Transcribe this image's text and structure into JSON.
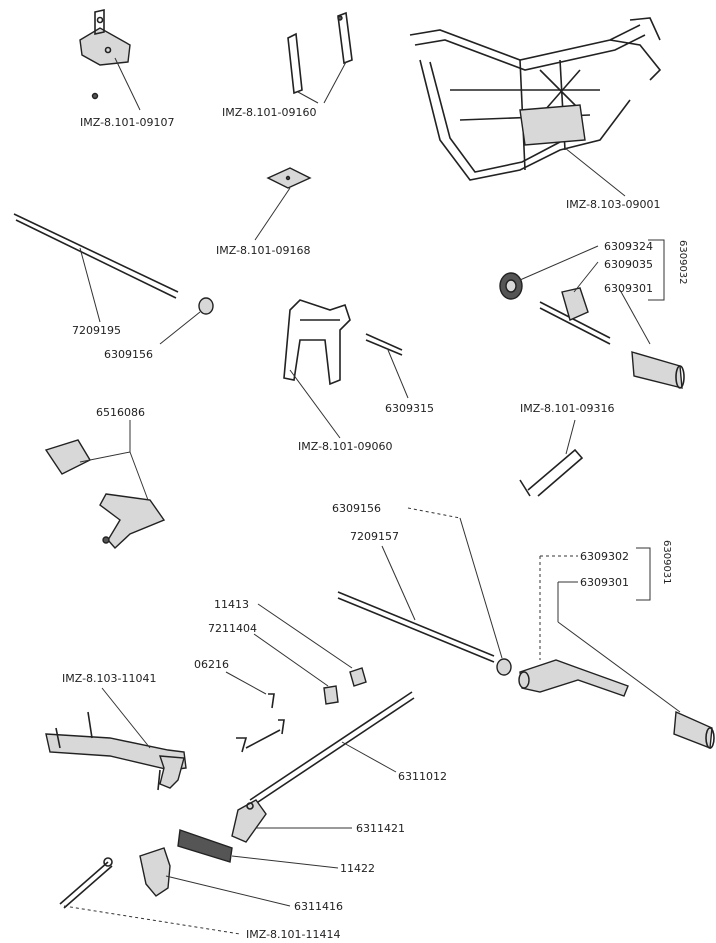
{
  "labels": {
    "bracket_09107": "IMZ-8.101-09107",
    "studs_09160": "IMZ-8.101-09160",
    "frame_09001": "IMZ-8.103-09001",
    "plate_09168": "IMZ-8.101-09168",
    "axle_7209195": "7209195",
    "washer_6309156_top": "6309156",
    "stand_09060": "IMZ-8.101-09060",
    "pin_6309315": "6309315",
    "part_6309324": "6309324",
    "part_6309035": "6309035",
    "part_6309301_top": "6309301",
    "group_6309032": "6309032",
    "clip_09316": "IMZ-8.101-09316",
    "hinge_6516086": "6516086",
    "washer_6309156_mid": "6309156",
    "axle_7209157": "7209157",
    "part_6309302": "6309302",
    "part_6309301_mid": "6309301",
    "group_6309031": "6309031",
    "nut_11413": "11413",
    "bolt_7211404": "7211404",
    "pin_06216": "06216",
    "lever_11041": "IMZ-8.103-11041",
    "cable_6311012": "6311012",
    "pedal_6311421": "6311421",
    "grip_11422": "11422",
    "arm_6311416": "6311416",
    "rod_11414": "IMZ-8.101-11414"
  }
}
